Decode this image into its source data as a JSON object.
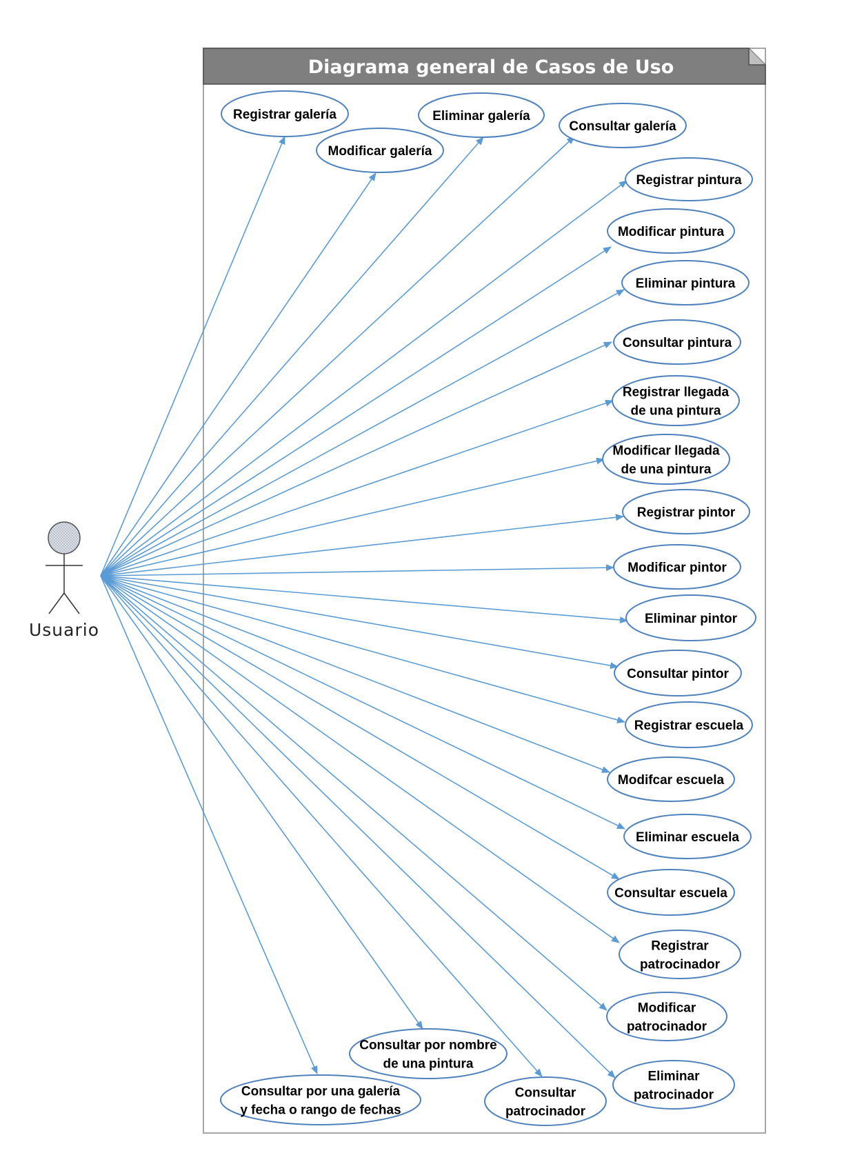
{
  "title": "Diagrama general de Casos de Uso",
  "actor": {
    "label": "Usuario"
  },
  "colors": {
    "ellipse_stroke": "#4f81bd",
    "line": "#5b9bd5",
    "header_fill": "#7f7f7f",
    "frame_stroke": "#a6a6a6"
  },
  "use_cases": [
    {
      "name": "uc-registrar-galeria",
      "lines": [
        "Registrar galería"
      ]
    },
    {
      "name": "uc-modificar-galeria",
      "lines": [
        "Modificar galería"
      ]
    },
    {
      "name": "uc-eliminar-galeria",
      "lines": [
        "Eliminar galería"
      ]
    },
    {
      "name": "uc-consultar-galeria",
      "lines": [
        "Consultar galería"
      ]
    },
    {
      "name": "uc-registrar-pintura",
      "lines": [
        "Registrar pintura"
      ]
    },
    {
      "name": "uc-modificar-pintura",
      "lines": [
        "Modificar pintura"
      ]
    },
    {
      "name": "uc-eliminar-pintura",
      "lines": [
        "Eliminar pintura"
      ]
    },
    {
      "name": "uc-consultar-pintura",
      "lines": [
        "Consultar pintura"
      ]
    },
    {
      "name": "uc-registrar-llegada",
      "lines": [
        "Registrar llegada",
        "de una pintura"
      ]
    },
    {
      "name": "uc-modificar-llegada",
      "lines": [
        "Modificar llegada",
        "de una pintura"
      ]
    },
    {
      "name": "uc-registrar-pintor",
      "lines": [
        "Registrar pintor"
      ]
    },
    {
      "name": "uc-modificar-pintor",
      "lines": [
        "Modificar pintor"
      ]
    },
    {
      "name": "uc-eliminar-pintor",
      "lines": [
        "Eliminar pintor"
      ]
    },
    {
      "name": "uc-consultar-pintor",
      "lines": [
        "Consultar pintor"
      ]
    },
    {
      "name": "uc-registrar-escuela",
      "lines": [
        "Registrar escuela"
      ]
    },
    {
      "name": "uc-modifcar-escuela",
      "lines": [
        "Modifcar escuela"
      ]
    },
    {
      "name": "uc-eliminar-escuela",
      "lines": [
        "Eliminar escuela"
      ]
    },
    {
      "name": "uc-consultar-escuela",
      "lines": [
        "Consultar escuela"
      ]
    },
    {
      "name": "uc-registrar-patrocinador",
      "lines": [
        "Registrar",
        "patrocinador"
      ]
    },
    {
      "name": "uc-modificar-patrocinador",
      "lines": [
        "Modificar",
        "patrocinador"
      ]
    },
    {
      "name": "uc-eliminar-patrocinador",
      "lines": [
        "Eliminar",
        "patrocinador"
      ]
    },
    {
      "name": "uc-consultar-patrocinador",
      "lines": [
        "Consultar",
        "patrocinador"
      ]
    },
    {
      "name": "uc-consultar-nombre-pintura",
      "lines": [
        "Consultar por nombre",
        "de una pintura"
      ]
    },
    {
      "name": "uc-consultar-galeria-fecha",
      "lines": [
        "Consultar por una galería",
        "y fecha o rango de fechas"
      ]
    }
  ]
}
